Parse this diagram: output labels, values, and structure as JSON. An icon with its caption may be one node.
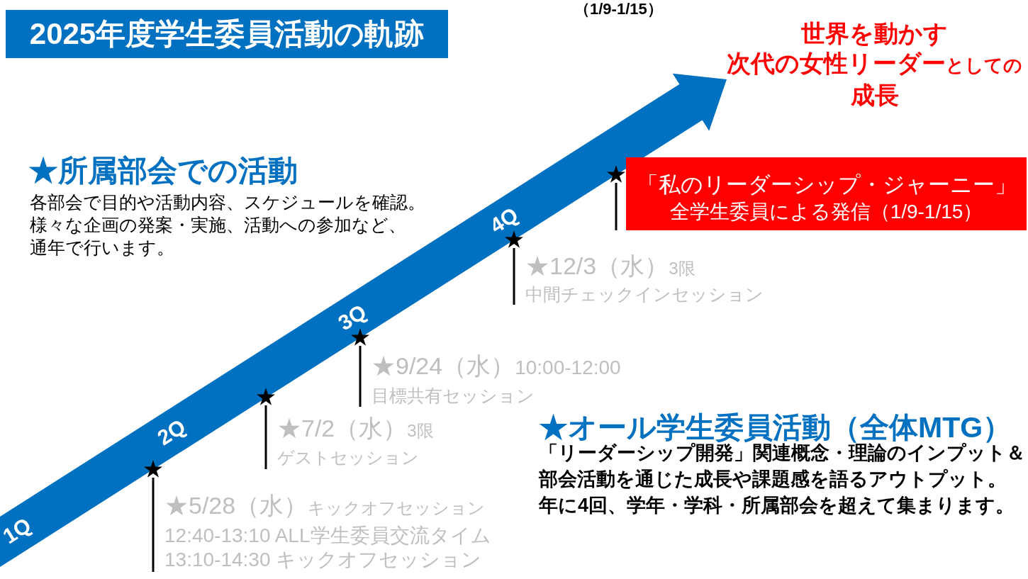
{
  "diagram": {
    "title": "2025年度学生委員活動の軌跡",
    "nodes": [
      {
        "text": [],
        "shape": "star"
      },
      {
        "text": [
          "★5/28（水）キックオフセッション",
          "12:40-13:10 ALL学生委員交流タイム",
          "13:10-14:30 キックオフセッション"
        ]
      },
      {
        "text": [],
        "shape": "star"
      },
      {
        "text": [
          "★7/2（水）3限",
          "ゲストセッション"
        ]
      },
      {
        "text": [],
        "shape": "star"
      },
      {
        "text": [
          "★9/24（水）10:00-12:00",
          "目標共有セッション"
        ]
      },
      {
        "text": [],
        "shape": "star"
      },
      {
        "text": [
          "★12/3（水）3限",
          "中間チェックインセッション"
        ]
      },
      {
        "text": [],
        "shape": "star"
      },
      {
        "text": [
          "「私のリーダーシップ・ジャーニー」",
          "全学生委員による発信（1/9-1/15）"
        ]
      },
      {
        "text": [
          "世界を動かす次代の女性リーダーとしての成長"
        ]
      }
    ],
    "edges": [
      {
        "from": 1,
        "to": 0,
        "arrow": "none"
      },
      {
        "from": 3,
        "to": 2,
        "arrow": "none"
      },
      {
        "from": 5,
        "to": 4,
        "arrow": "none"
      },
      {
        "from": 7,
        "to": 6,
        "arrow": "none"
      },
      {
        "from": 9,
        "to": 8,
        "arrow": "none"
      },
      {
        "from": null,
        "to": 10,
        "arrow": "to",
        "style": "thick",
        "color": "#0070c0"
      }
    ],
    "labels": [
      "（1/9-1/15）",
      "★所属部会での活動",
      "各部会で目的や活動内容、スケジュールを確認。様々な企画の発案・実施、活動への参加など、通年で行います。",
      "1Q",
      "2Q",
      "3Q",
      "4Q",
      "★オール学生委員活動（全体MTG）",
      "「リーダーシップ開発」関連概念・理論のインプット＆部会活動を通じた成長や課題感を語るアウトプット。年に4回、学年・学科・所属部会を超えて集まります。"
    ]
  }
}
